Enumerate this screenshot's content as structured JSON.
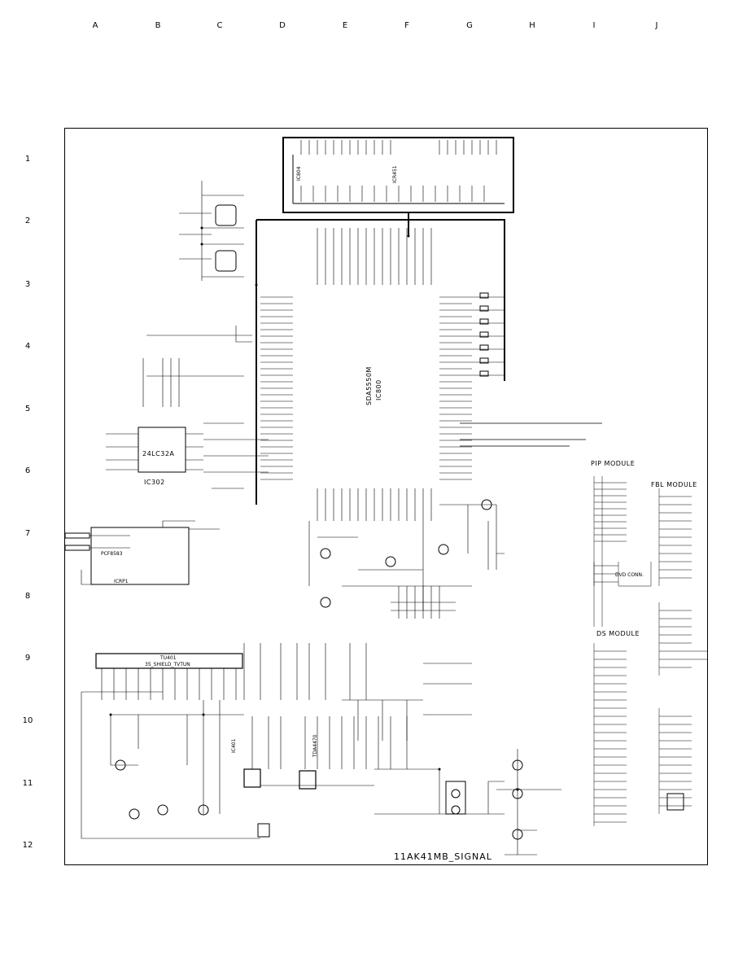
{
  "columns": [
    "A",
    "B",
    "C",
    "D",
    "E",
    "F",
    "G",
    "H",
    "I",
    "J"
  ],
  "rows": [
    "1",
    "2",
    "3",
    "4",
    "5",
    "6",
    "7",
    "8",
    "9",
    "10",
    "11",
    "12"
  ],
  "title_block": {
    "sheet_title": "11AK41MB_SIGNAL"
  },
  "ics": {
    "main_processor": {
      "name": "SDA5550M",
      "ref": "IC800"
    },
    "decoder": {
      "name": "ICR451",
      "ref": "IC804"
    },
    "eeprom": {
      "name": "24LC32A",
      "ref": "IC302"
    },
    "crystal": {
      "name": "PCF8583",
      "ref": "ICRP1"
    },
    "tuner": {
      "name": "TU401",
      "desc": "35_SHIELD_TVTUN"
    },
    "if_ic": {
      "name": "TDA4470"
    },
    "saw": {
      "ref": "IC401"
    }
  },
  "modules": {
    "pip": "PIP MODULE",
    "fbl": "FBL MODULE",
    "dvd": "DVD CONN.",
    "ds": "DS MODULE"
  }
}
